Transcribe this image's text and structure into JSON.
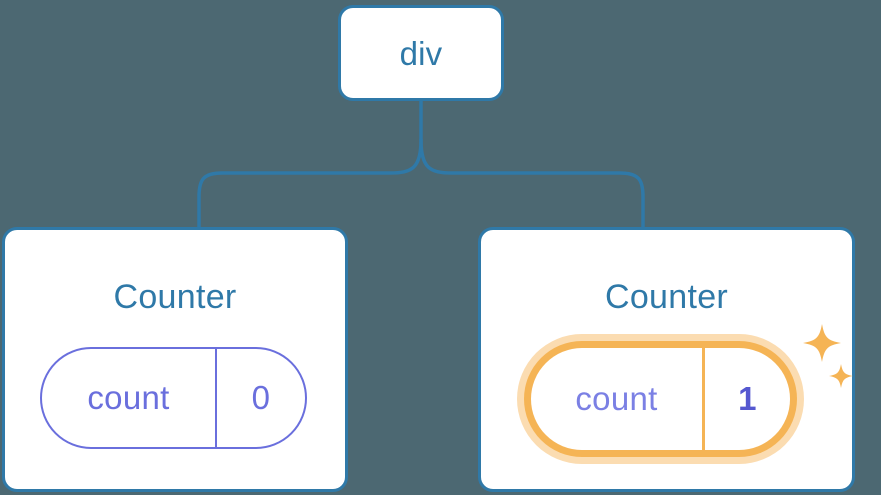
{
  "diagram": {
    "background_color": "#4c6872",
    "edge_color": "#2f79a8",
    "card_border_color": "#2f79a8",
    "title_color": "#2f79a8",
    "state_color": "#6a6fdd",
    "highlight_color": "#f5b455",
    "highlight_halo_color": "#fbdcb1",
    "highlight_value_color": "#5558d0",
    "nodes": {
      "root": {
        "label": "div"
      },
      "child_left": {
        "label": "Counter",
        "state": {
          "key": "count",
          "value": "0",
          "highlighted": false
        }
      },
      "child_right": {
        "label": "Counter",
        "state": {
          "key": "count",
          "value": "1",
          "highlighted": true
        },
        "sparkle_icons": [
          "sparkle-large-icon",
          "sparkle-small-icon"
        ]
      }
    }
  }
}
